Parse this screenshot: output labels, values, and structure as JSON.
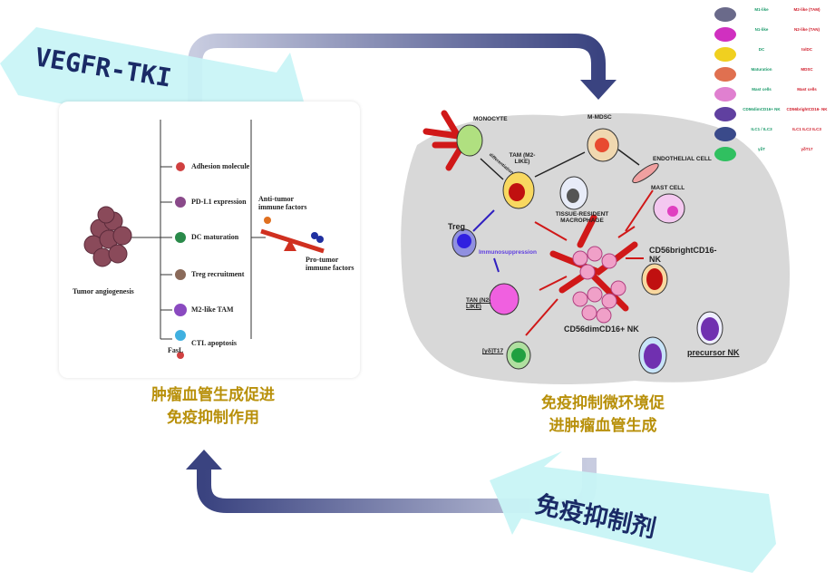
{
  "arrows": {
    "top_arrow_label": "VEGFR-TKI",
    "bottom_arrow_label": "免疫抑制剂"
  },
  "left_panel": {
    "tumor_label": "Tumor angiogenesis",
    "pathways": [
      "Adhesion molecule",
      "PD-L1 expression",
      "DC maturation",
      "Treg recruitment",
      "M2-like TAM",
      "CTL apoptosis"
    ],
    "fasl_label": "FasL",
    "anti_tumor": "Anti-tumor immune factors",
    "pro_tumor": "Pro-tumor immune factors",
    "caption_line1": "肿瘤血管生成促进",
    "caption_line2": "免疫抑制作用"
  },
  "right_panel": {
    "labels": {
      "monocyte": "MONOCYTE",
      "mmdsc": "M-MDSC",
      "tam": "TAM (M2-LIKE)",
      "endothelial": "ENDOTHELIAL CELL",
      "tissue_macrophage": "TISSUE-RESIDENT MACROPHAGE",
      "mast_cell": "MAST CELL",
      "treg": "Treg",
      "immunosuppression": "Immunosuppression",
      "nk_bright": "CD56brightCD16- NK",
      "tan": "TAN (N2-LIKE)",
      "nk_dim": "CD56dimCD16+ NK",
      "gdt17": "[γδ]T17",
      "precursor_nk": "precursor NK",
      "differentiation": "differentiation"
    },
    "caption_line1": "免疫抑制微环境促",
    "caption_line2": "进肿瘤血管生成"
  },
  "legend": {
    "rows": [
      {
        "left": "M1-like",
        "right": "M2-like (TAM)",
        "color": "#6a6a8a"
      },
      {
        "left": "N1-like",
        "right": "N2-like (TAN)",
        "color": "#d030c0"
      },
      {
        "left": "DC",
        "right": "tolDC",
        "color": "#f0d020"
      },
      {
        "left": "Maturation",
        "right": "MDSC",
        "color": "#e07050"
      },
      {
        "left": "Mast cells",
        "right": "Mast cells",
        "color": "#e080d0"
      },
      {
        "left": "CD56dimCD16+ NK",
        "right": "CD56brightCD16- NK",
        "color": "#6040a0"
      },
      {
        "left": "ILC1 / ILC3",
        "right": "ILC1 ILC2 ILC3",
        "color": "#3a4a8a"
      },
      {
        "left": "γδT",
        "right": "γδT17",
        "color": "#30c060"
      }
    ]
  },
  "colors": {
    "cyan_arrow": "#c8f4f6",
    "navy": "#3a4380",
    "caption": "#b8900a",
    "blob": "#d8d8d8",
    "vessel": "#d01818"
  }
}
